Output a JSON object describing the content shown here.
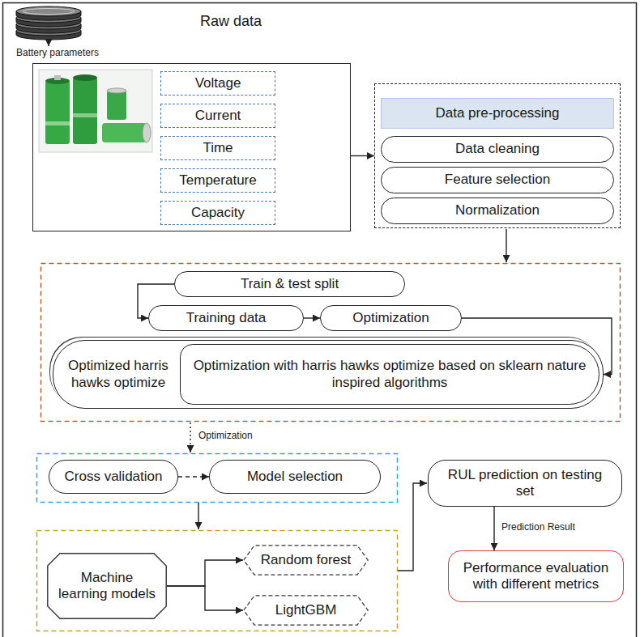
{
  "diagram": {
    "nodes": [
      {
        "text": [
          "Battery parameters"
        ]
      },
      {
        "text": [
          "Voltage"
        ],
        "in": 0
      },
      {
        "text": [
          "Current"
        ],
        "in": 0
      },
      {
        "text": [
          "Time"
        ],
        "in": 0
      },
      {
        "text": [
          "Temperature"
        ],
        "in": 0
      },
      {
        "text": [
          "Capacity"
        ],
        "in": 0
      },
      {
        "text": [
          "Data pre-processing"
        ]
      },
      {
        "text": [
          "Data cleaning"
        ],
        "in": 6
      },
      {
        "text": [
          "Feature selection"
        ],
        "in": 6
      },
      {
        "text": [
          "Normalization"
        ],
        "in": 6
      },
      {
        "text": [
          "Train & test split"
        ]
      },
      {
        "text": [
          "Training data"
        ]
      },
      {
        "text": [
          "Optimization"
        ]
      },
      {
        "text": [
          "Optimized harris hawks optimize"
        ]
      },
      {
        "text": [
          "Optimization with harris hawks optimize based on sklearn nature inspired algorithms"
        ],
        "in": 13
      },
      {
        "text": [
          "Cross validation"
        ]
      },
      {
        "text": [
          "Model selection"
        ]
      },
      {
        "text": [
          "Machine learning models"
        ]
      },
      {
        "text": [
          "Random forest"
        ]
      },
      {
        "text": [
          "LightGBM"
        ]
      },
      {
        "text": [
          "RUL prediction on testing set"
        ]
      },
      {
        "text": [
          "Performance evaluation with different metrics"
        ]
      }
    ],
    "edges": [
      {
        "from": 0,
        "to": 6,
        "arrow": "to"
      },
      {
        "from": 10,
        "to": 11,
        "arrow": "to"
      },
      {
        "from": 11,
        "to": 12,
        "arrow": "to"
      },
      {
        "from": 12,
        "to": 13,
        "arrow": "to"
      },
      {
        "from": 15,
        "to": 16,
        "arrow": "to"
      },
      {
        "from": 17,
        "to": 18,
        "arrow": "to"
      },
      {
        "from": 17,
        "to": 19,
        "arrow": "to"
      },
      {
        "from": 20,
        "to": 21,
        "label": "Prediction Result",
        "arrow": "to"
      }
    ],
    "labels": [
      "Raw data",
      "Optimization"
    ]
  }
}
